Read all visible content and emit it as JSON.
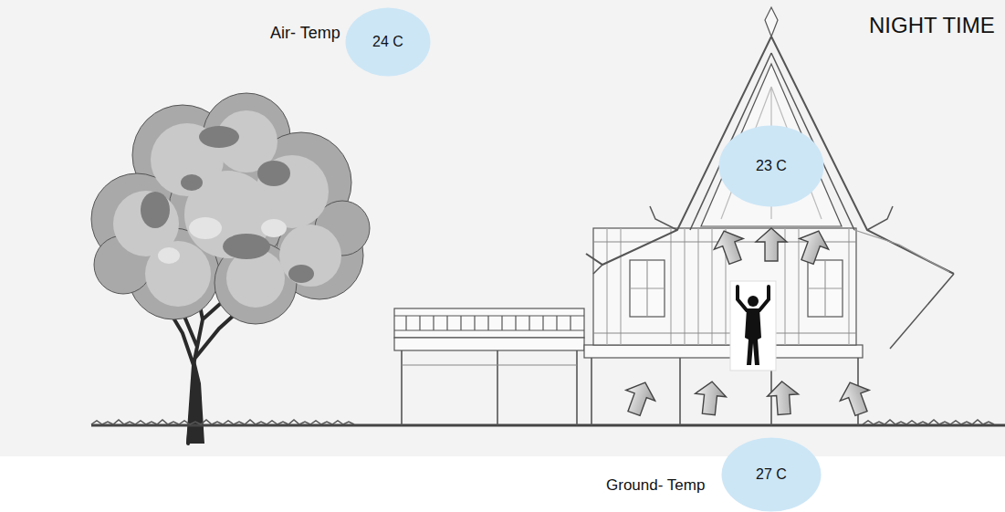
{
  "diagram": {
    "title": "NIGHT TIME",
    "nodes": [
      {
        "text": [
          "24 C"
        ]
      },
      {
        "text": [
          "23 C"
        ]
      },
      {
        "text": [
          "27 C"
        ]
      }
    ],
    "labels": [
      "Air- Temp",
      "Ground- Temp"
    ]
  }
}
